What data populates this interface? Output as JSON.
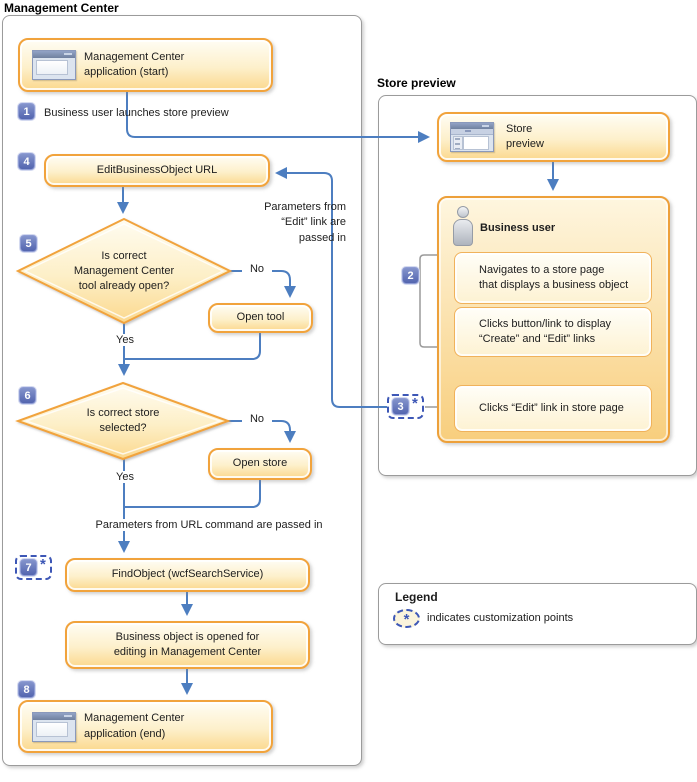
{
  "colors": {
    "box_border_orange": "#F1A33C",
    "box_fill_top": "#FFFDF4",
    "box_fill_bottom": "#FBD88D",
    "arrow_blue": "#4D7EC0",
    "badge_blue": "#5E6FB5",
    "dashed_blue": "#3D57B6",
    "panel_border_gray": "#9B9B9B",
    "bracket_gray": "#9A9A9A"
  },
  "badges": {
    "1": "1",
    "2": "2",
    "3": "3",
    "4": "4",
    "5": "5",
    "6": "6",
    "7": "7",
    "8": "8",
    "star": "*"
  },
  "left_panel": {
    "title": "Management Center",
    "start_box": "Management Center\napplication (start)",
    "step1_text": "Business user launches store preview",
    "edit_url_box": "EditBusinessObject URL",
    "decision_tool": "Is correct\nManagement Center\ntool already open?",
    "no_label": "No",
    "yes_label": "Yes",
    "open_tool_box": "Open tool",
    "decision_store": "Is correct store\nselected?",
    "open_store_box": "Open store",
    "params_url_label": "Parameters from URL command are passed in",
    "findobject_box": "FindObject (wcfSearchService)",
    "opened_box": "Business object is opened for\nediting in Management Center",
    "end_box": "Management Center\napplication (end)"
  },
  "right_panel": {
    "title": "Store preview",
    "store_preview_box": "Store\npreview",
    "business_user_label": "Business user",
    "action1": "Navigates to a store page\nthat displays a business object",
    "action2": "Clicks button/link to display\n“Create” and “Edit” links",
    "action3": "Clicks “Edit” link in store page",
    "params_edit_label": "Parameters from\n“Edit” link are\npassed in"
  },
  "legend": {
    "title": "Legend",
    "star": "*",
    "text": "indicates customization points"
  },
  "icons": {
    "start": "app-window-icon",
    "end": "app-window-icon",
    "store_preview": "browser-window-icon",
    "business_user": "person-icon"
  }
}
